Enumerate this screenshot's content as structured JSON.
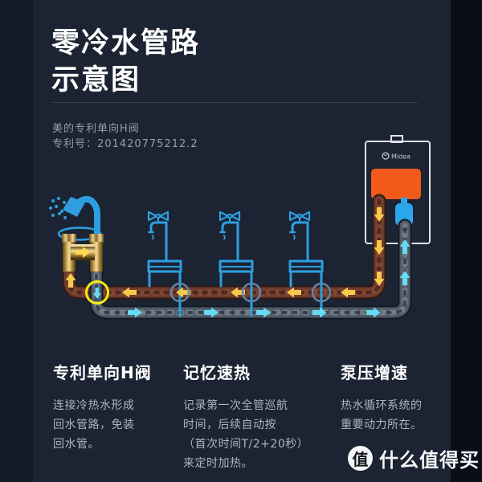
{
  "page": {
    "background": "#1c2332",
    "left_band_color": "#141926",
    "right_band_color": "#0a0e19"
  },
  "header": {
    "title_line1": "零冷水管路",
    "title_line2": "示意图",
    "subtitle": "美的专利单向H阀",
    "patent_line": "专利号：201420775212.2"
  },
  "diagram": {
    "heater_brand": "Midea",
    "components": [
      "shower",
      "h-valve",
      "faucet-1",
      "faucet-2",
      "faucet-3",
      "water-heater",
      "burner",
      "circulation-pump",
      "hot-water-pipe",
      "return-water-pipe",
      "h-valve-highlight-circle"
    ],
    "hot_flow_direction": "left",
    "return_flow_direction": "right"
  },
  "features": [
    {
      "title": "专利单向H阀",
      "body": "连接冷热水形成\n回水管路，免装\n回水管。"
    },
    {
      "title": "记忆速热",
      "body": "记录第一次全管巡航\n时间，后续自动按\n（首次时间T/2+20秒）\n来定时加热。"
    },
    {
      "title": "泵压增速",
      "body": "热水循环系统的\n重要动力所在。"
    }
  ],
  "watermark": {
    "logo_char": "值",
    "text": "什么值得买"
  },
  "colors": {
    "accent_blue": "#2d9fe0",
    "hot_pipe": "#6e3a2b",
    "return_pipe": "#4e5a66",
    "arrow_yellow": "#f7ca4d",
    "arrow_cyan": "#66dbf4",
    "heater_burner": "#f3591b",
    "pump": "#2aa7ea",
    "brass": "#c9a24b",
    "highlight_circle": "#f7ec13",
    "heater_outline": "#dfe3e8"
  }
}
